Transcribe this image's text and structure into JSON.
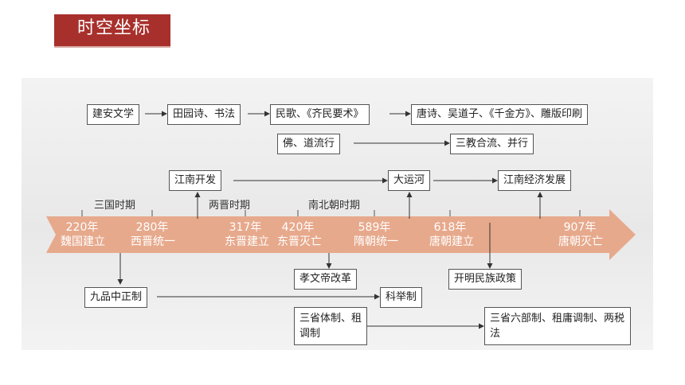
{
  "title": "时空坐标",
  "colors": {
    "accent": "#a8302c",
    "timeline": "#e7a98c",
    "box_border": "#555555"
  },
  "periods": {
    "sanguo": "三国时期",
    "liangjin": "两晋时期",
    "nanbeichao": "南北朝时期"
  },
  "events": [
    {
      "year": "220年",
      "name": "魏国建立"
    },
    {
      "year": "280年",
      "name": "西晋统一"
    },
    {
      "year": "317年",
      "name": "东晋建立"
    },
    {
      "year": "420年",
      "name": "东晋灭亡"
    },
    {
      "year": "589年",
      "name": "隋朝统一"
    },
    {
      "year": "618年",
      "name": "唐朝建立"
    },
    {
      "year": "907年",
      "name": "唐朝灭亡"
    }
  ],
  "culture_row": [
    "建安文学",
    "田园诗、书法",
    "民歌、《齐民要术》",
    "唐诗、吴道子、《千金方》、雕版印刷"
  ],
  "religion_row": [
    "佛、道流行",
    "三教合流、并行"
  ],
  "economy_row": [
    "江南开发",
    "大运河",
    "江南经济发展"
  ],
  "below_row": [
    "孝文帝改革",
    "开明民族政策"
  ],
  "system_row": [
    "九品中正制",
    "科举制"
  ],
  "admin_row": [
    "三省体制、租调制",
    "三省六部制、租庸调制、两税法"
  ]
}
